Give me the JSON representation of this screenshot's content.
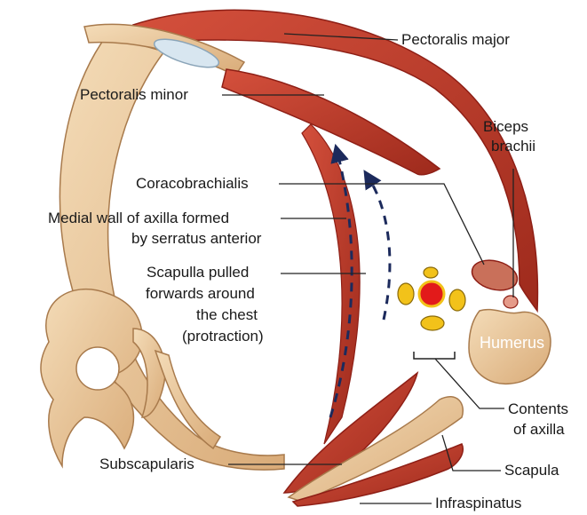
{
  "labels": {
    "pectoralis_major": "Pectoralis major",
    "pectoralis_minor": "Pectoralis minor",
    "biceps_line1": "Biceps",
    "biceps_line2": "brachii",
    "coracobrachialis": "Coracobrachialis",
    "medial_wall_line1": "Medial wall of axilla formed",
    "medial_wall_line2": "by serratus anterior",
    "scapula_pulled_line1": "Scapulla pulled",
    "scapula_pulled_line2": "forwards around",
    "scapula_pulled_line3": "the chest",
    "scapula_pulled_line4": "(protraction)",
    "humerus": "Humerus",
    "contents_line1": "Contents",
    "contents_line2": "of axilla",
    "subscapularis": "Subscapularis",
    "scapula": "Scapula",
    "infraspinatus": "Infraspinatus"
  },
  "colors": {
    "muscle": "#c0392b",
    "muscle_dark": "#8e1f16",
    "bone": "#e8c49a",
    "bone_edge": "#a87a4c",
    "cartilage": "#d8e6f0",
    "artery": "#e21a1a",
    "nerve": "#f2c21a",
    "arrow": "#1c2a5c",
    "leader": "#222222"
  }
}
